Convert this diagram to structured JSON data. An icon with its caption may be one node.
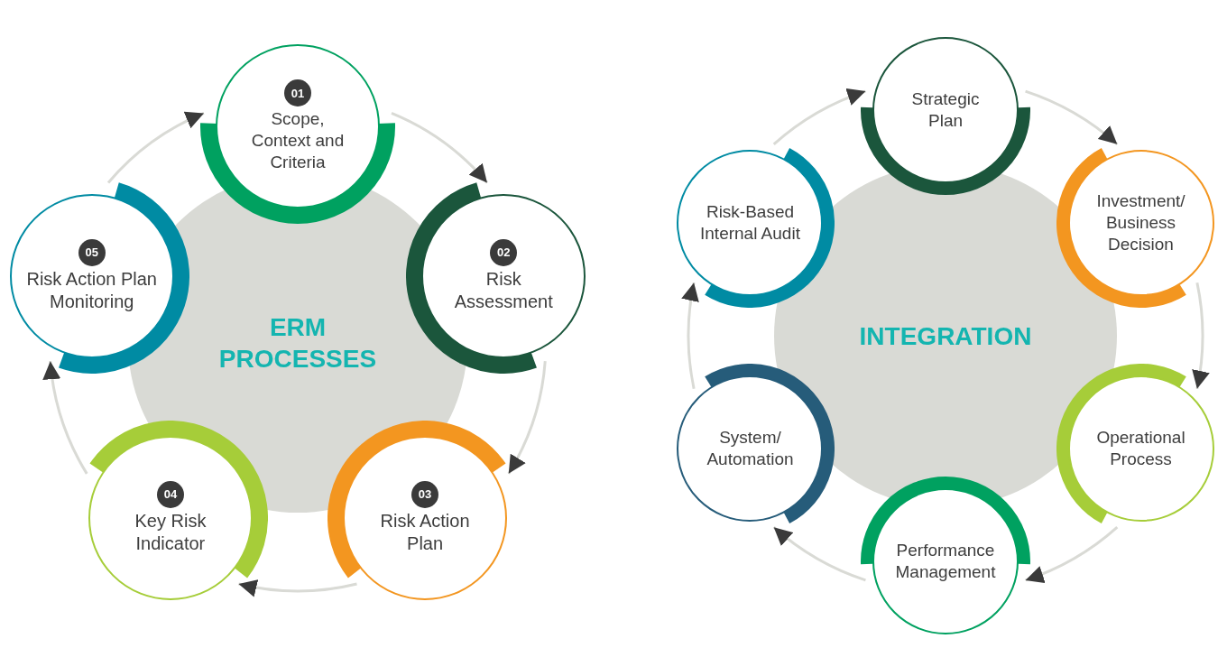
{
  "diagram": {
    "nodes": [
      {
        "text": [
          "ERM PROCESSES"
        ]
      },
      {
        "text": [
          "01",
          "Scope, Context and Criteria"
        ]
      },
      {
        "text": [
          "02",
          "Risk Assessment"
        ]
      },
      {
        "text": [
          "03",
          "Risk Action Plan"
        ]
      },
      {
        "text": [
          "04",
          "Key Risk Indicator"
        ]
      },
      {
        "text": [
          "05",
          "Risk Action Plan Monitoring"
        ]
      },
      {
        "text": [
          "INTEGRATION"
        ]
      },
      {
        "text": [
          "Strategic Plan"
        ]
      },
      {
        "text": [
          "Investment/ Business Decision"
        ]
      },
      {
        "text": [
          "Operational Process"
        ]
      },
      {
        "text": [
          "Performance Management"
        ]
      },
      {
        "text": [
          "System/ Automation"
        ]
      },
      {
        "text": [
          "Risk-Based Internal Audit"
        ]
      }
    ],
    "edges": [
      {
        "from": 1,
        "to": 2,
        "arrow": "to"
      },
      {
        "from": 2,
        "to": 3,
        "arrow": "to"
      },
      {
        "from": 3,
        "to": 4,
        "arrow": "to"
      },
      {
        "from": 4,
        "to": 5,
        "arrow": "to"
      },
      {
        "from": 5,
        "to": 1,
        "arrow": "to"
      },
      {
        "from": 7,
        "to": 8,
        "arrow": "to"
      },
      {
        "from": 8,
        "to": 9,
        "arrow": "to"
      },
      {
        "from": 9,
        "to": 10,
        "arrow": "to"
      },
      {
        "from": 10,
        "to": 11,
        "arrow": "to"
      },
      {
        "from": 11,
        "to": 12,
        "arrow": "to"
      },
      {
        "from": 12,
        "to": 7,
        "arrow": "to"
      }
    ]
  }
}
